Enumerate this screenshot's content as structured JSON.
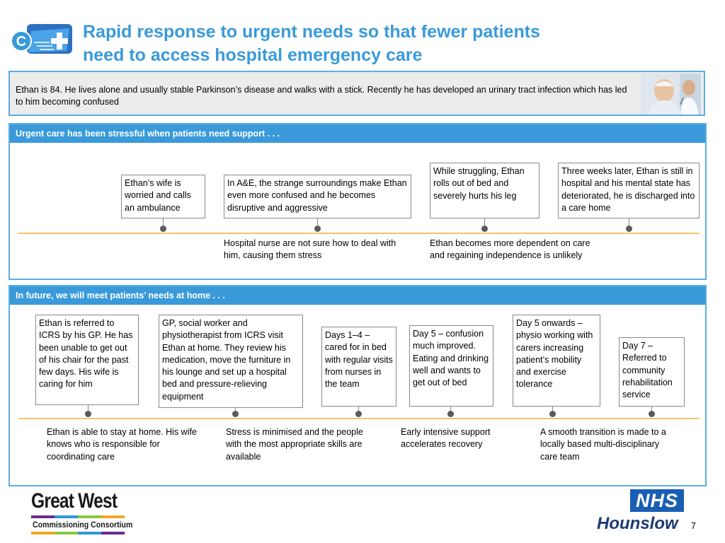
{
  "header": {
    "title_line1": "Rapid response to urgent needs so that fewer patients",
    "title_line2": "need to access hospital emergency care",
    "logo_letter": "C"
  },
  "intro": {
    "text": "Ethan is 84. He lives alone and usually stable Parkinson’s disease and walks with a stick. Recently he has developed an urinary tract infection which has led to him becoming confused",
    "photo": "elderly-patient-with-doctor-photo"
  },
  "current": {
    "heading": "Urgent care has been stressful when patients need support . . .",
    "events": [
      "Ethan’s wife is worried and calls an ambulance",
      "In A&E, the strange surroundings make Ethan even more confused and he becomes disruptive and aggressive",
      "While struggling, Ethan rolls out of bed and severely hurts his leg",
      "Three weeks later, Ethan is still in hospital and his mental state has deteriorated, he is discharged into a care home"
    ],
    "outcomes": [
      "Hospital nurse are not sure how to deal with him, causing them stress",
      "Ethan becomes more dependent on care and regaining independence is unlikely"
    ]
  },
  "future": {
    "heading": "In future, we will meet patients’ needs at home . . .",
    "events": [
      "Ethan is referred to ICRS by his GP. He has been unable to get out of his chair for the past few days. His wife is caring for him",
      "GP, social worker and physiotherapist from ICRS visit Ethan at home. They review his medication, move the furniture in his lounge and set up a hospital bed and pressure-relieving equipment",
      "Days 1–4 – cared for in bed with regular visits from nurses in the team",
      "Day 5 – confusion much improved. Eating and drinking well and wants to get out of bed",
      "Day 5 onwards – physio working with carers increasing patient’s mobility and exercise tolerance",
      "Day 7 – Referred to community rehabilitation service"
    ],
    "outcomes": [
      "Ethan is able to stay at home. His wife knows who is responsible for coordinating care",
      "Stress is minimised and the people with the most appropriate skills are available",
      "Early intensive support accelerates recovery",
      "A smooth transition is made to a locally based multi-disciplinary care team"
    ]
  },
  "footer": {
    "left_logo_title": "Great West",
    "left_logo_subtitle": "Commissioning Consortium",
    "nhs_badge": "NHS",
    "nhs_org": "Hounslow",
    "page_number": "7"
  },
  "colors": {
    "accent": "#3a9ad9",
    "border": "#5aaee2",
    "timeline": "#f2c56b",
    "nhs_blue": "#1a5eb3"
  }
}
